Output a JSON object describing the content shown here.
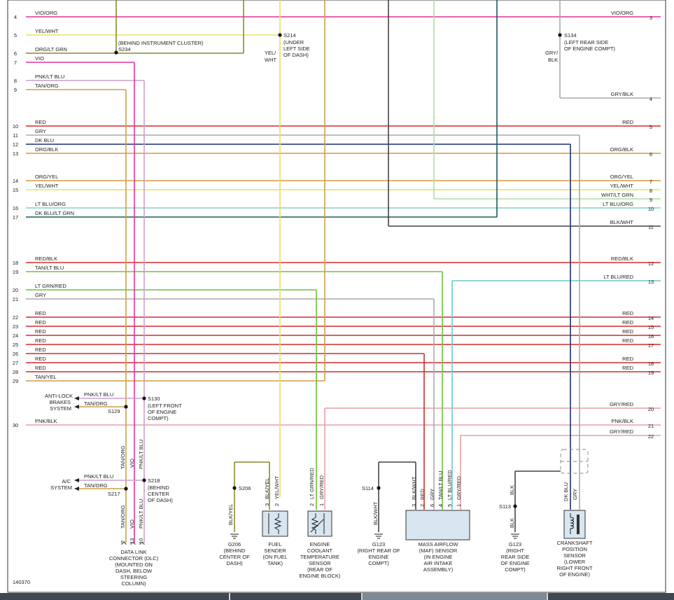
{
  "figure_id": "140370",
  "colors": {
    "VIO": "#e0339a",
    "PNK": "#c9a1cc",
    "YEL": "#e8e35a",
    "ORG": "#d49a3a",
    "TAN": "#c8a24a",
    "RED": "#d32b2b",
    "GRY": "#aaaaaa",
    "DKBLU": "#1f2d7a",
    "LTGRN": "#a8e0a0",
    "LTBLU": "#80d0d0",
    "DKGRN": "#1e5a5a",
    "GRN": "#6cc43a",
    "PINKRED": "#e3a0a5",
    "OLIVE": "#8a8a2a",
    "BLK": "#444444",
    "TEAL": "#6ec8c8"
  },
  "wires": [
    {
      "pin": "4",
      "label": "VIO/ORG",
      "rlabel": "VIO/ORG",
      "rpin": "3",
      "color": "VIO"
    },
    {
      "pin": "5",
      "label": "YEL/WHT",
      "color": "YEL"
    },
    {
      "pin": "6",
      "label": "ORG/LT GRN",
      "color": "OLIVE"
    },
    {
      "pin": "7",
      "label": "VIO",
      "color": "VIO"
    },
    {
      "pin": "8",
      "label": "PNK/LT BLU",
      "color": "PNK"
    },
    {
      "pin": "9",
      "label": "TAN/ORG",
      "color": "TAN"
    },
    {
      "pin": "10",
      "label": "RED",
      "rlabel": "RED",
      "rpin": "5",
      "color": "RED"
    },
    {
      "pin": "11",
      "label": "GRY",
      "color": "GRY"
    },
    {
      "pin": "12",
      "label": "DK BLU",
      "color": "DKBLU"
    },
    {
      "pin": "13",
      "label": "ORG/BLK",
      "rlabel": "ORG/BLK",
      "rpin": "6",
      "color": "ORG"
    },
    {
      "pin": "14",
      "label": "ORG/YEL",
      "rlabel": "ORG/YEL",
      "rpin": "7",
      "color": "ORG"
    },
    {
      "pin": "15",
      "label": "YEL/WHT",
      "rlabel": "YEL/WHT",
      "rpin": "8",
      "color": "YEL"
    },
    {
      "pin": "16",
      "label": "LT BLU/ORG",
      "rlabel": "LT BLU/ORG",
      "rpin": "10",
      "color": "LTBLU"
    },
    {
      "pin": "17",
      "label": "DK BLU/LT GRN",
      "color": "DKGRN"
    },
    {
      "pin": "18",
      "label": "RED/BLK",
      "rlabel": "RED/BLK",
      "rpin": "12",
      "color": "RED"
    },
    {
      "pin": "19",
      "label": "TAN/LT BLU",
      "color": "GRN"
    },
    {
      "pin": "20",
      "label": "LT GRN/RED",
      "color": "GRN"
    },
    {
      "pin": "21",
      "label": "GRY",
      "color": "GRY"
    },
    {
      "pin": "22",
      "label": "RED",
      "rlabel": "RED",
      "rpin": "14",
      "color": "RED"
    },
    {
      "pin": "23",
      "label": "RED",
      "rlabel": "RED",
      "rpin": "15",
      "color": "RED"
    },
    {
      "pin": "24",
      "label": "RED",
      "rlabel": "RED",
      "rpin": "16",
      "color": "RED"
    },
    {
      "pin": "25",
      "label": "RED",
      "rlabel": "RED",
      "rpin": "17",
      "color": "RED"
    },
    {
      "pin": "26",
      "label": "RED",
      "color": "RED"
    },
    {
      "pin": "27",
      "label": "RED",
      "rlabel": "RED",
      "rpin": "18",
      "color": "RED"
    },
    {
      "pin": "28",
      "label": "RED",
      "rlabel": "RED",
      "rpin": "19",
      "color": "RED"
    },
    {
      "pin": "29",
      "label": "TAN/YEL",
      "color": "TAN"
    },
    {
      "pin": "30",
      "label": "PNK/BLK",
      "rlabel": "PNK/BLK",
      "rpin": "21",
      "color": "PINKRED"
    }
  ],
  "right_only": [
    {
      "rlabel": "GRY/BLK",
      "rpin": "4"
    },
    {
      "rlabel": "WHT/LT GRN",
      "rpin": "9"
    },
    {
      "rlabel": "BLK/WHT",
      "rpin": "11"
    },
    {
      "rlabel": "LT BLU/RED",
      "rpin": "13"
    },
    {
      "rlabel": "GRY/RED",
      "rpin": "20"
    },
    {
      "rlabel": "GRY/RED",
      "rpin": "22"
    }
  ],
  "splices": {
    "s214": {
      "id": "S214",
      "desc": [
        "(UNDER",
        "LEFT SIDE",
        "OF DASH)"
      ],
      "wire": [
        "YEL/",
        "WHT"
      ]
    },
    "s234": {
      "id": "S234",
      "desc": "(BEHIND INSTRUMENT CLUSTER)"
    },
    "s134": {
      "id": "S134",
      "desc": [
        "(LEFT REAR SIDE",
        "OF ENGINE COMPT)"
      ],
      "wire": [
        "GRY/",
        "BLK"
      ]
    },
    "s130": {
      "id": "S130",
      "desc": [
        "(LEFT FRONT",
        "OF ENGINE",
        "COMPT)"
      ]
    },
    "s129": {
      "id": "S129"
    },
    "s218": {
      "id": "S218",
      "desc": [
        "(BEHIND",
        "CENTER",
        "OF DASH)"
      ]
    },
    "s217": {
      "id": "S217"
    },
    "s206": {
      "id": "S206"
    },
    "s114": {
      "id": "S114"
    },
    "s113": {
      "id": "S113"
    }
  },
  "abs": {
    "label": [
      "ANTI-LOCK",
      "BRAKES",
      "SYSTEM"
    ],
    "w1": "PNK/LT BLU",
    "w2": "TAN/ORG"
  },
  "ac": {
    "label": [
      "A/C",
      "SYSTEM"
    ],
    "w1": "PNK/LT BLU",
    "w2": "TAN/ORG"
  },
  "dlc": {
    "pins": [
      "2",
      "13",
      "10"
    ],
    "wires": [
      "TAN/ORG",
      "VIO",
      "PNK/LT BLU"
    ],
    "label": [
      "DATA LINK",
      "CONNECTOR (DLC)",
      "(MOUNTED ON",
      "DASH, BELOW",
      "STEERING",
      "COLUMN)"
    ]
  },
  "g206": {
    "wire": "BLK/YEL",
    "label": [
      "G206",
      "(BEHIND",
      "CENTER OF",
      "DASH)"
    ]
  },
  "fuel": {
    "pins": [
      "3",
      "2"
    ],
    "wires": [
      "BLK/YEL",
      "YEL/WHT"
    ],
    "label": [
      "FUEL",
      "SENDER",
      "(ON FUEL",
      "TANK)"
    ]
  },
  "ect": {
    "pins": [
      "2",
      "1"
    ],
    "wires": [
      "LT GRN/RED",
      "GRY/RED"
    ],
    "label": [
      "ENGINE",
      "COOLANT",
      "TEMPERATURE",
      "SENSOR",
      "(REAR OF",
      "ENGINE BLOCK)"
    ]
  },
  "g123a": {
    "wire": "BLK/WHT",
    "label": [
      "G123",
      "(RIGHT REAR OF",
      "ENGINE",
      "COMPT)"
    ]
  },
  "maf": {
    "pins": [
      "3",
      "2",
      "6",
      "4",
      "5",
      "1"
    ],
    "wires": [
      "BLK/WHT",
      "RED",
      "GRY",
      "TAN/LT BLU",
      "LT BLU/RED",
      "GRY/RED"
    ],
    "label": [
      "MASS AIRFLOW",
      "(MAF) SENSOR",
      "(IN ENGINE",
      "AIR INTAKE",
      "ASSEMBLY)"
    ]
  },
  "g123b": {
    "wire": "BLK",
    "label": [
      "G123",
      "(RIGHT",
      "REAR SIDE",
      "OF ENGINE",
      "COMPT)"
    ]
  },
  "ckp": {
    "wires": [
      "BLK",
      "DK BLU",
      "GRY"
    ],
    "label": [
      "CRANKSHAFT",
      "POSITION",
      "SENSOR",
      "(LOWER",
      "RIGHT FRONT",
      "OF ENGINE)"
    ]
  }
}
